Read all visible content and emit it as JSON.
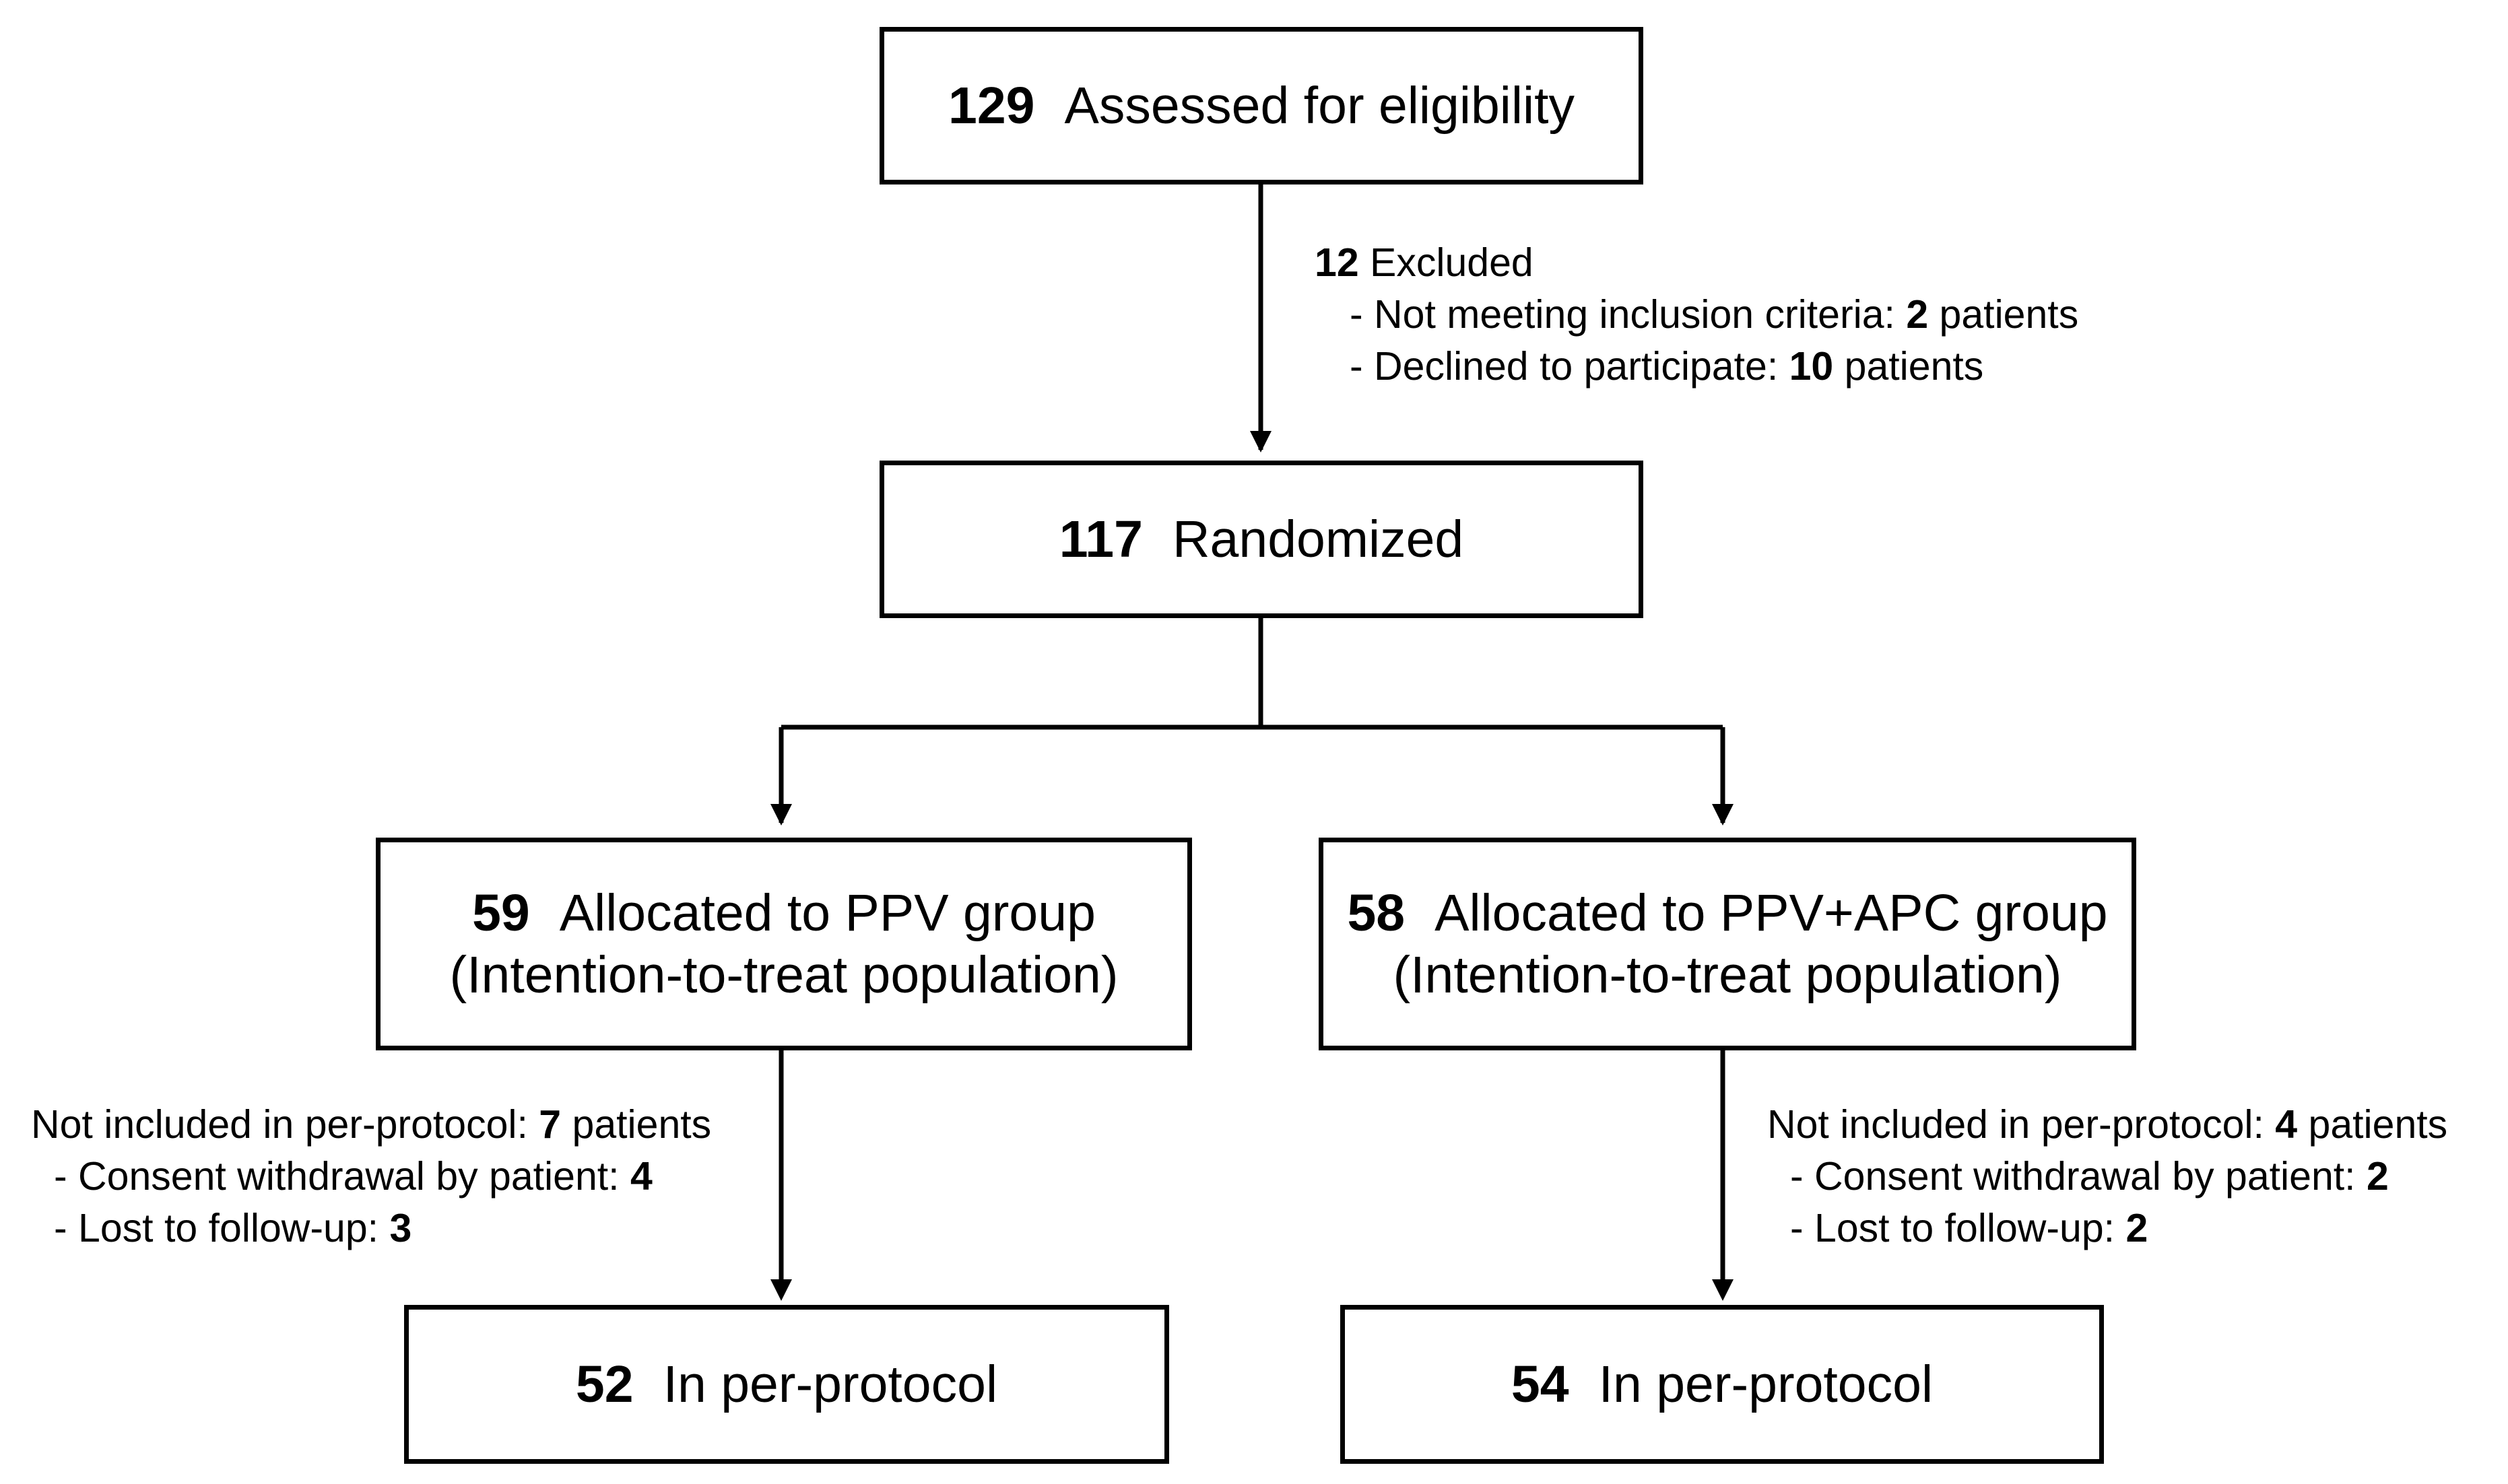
{
  "boxes": {
    "assessed": {
      "num": "129",
      "label": "Assessed for eligibility"
    },
    "randomized": {
      "num": "117",
      "label": "Randomized"
    },
    "ppv": {
      "num": "59",
      "label": "Allocated to PPV group",
      "label2": "(Intention-to-treat population)"
    },
    "ppvapc": {
      "num": "58",
      "label": "Allocated to PPV+APC group",
      "label2": "(Intention-to-treat population)"
    },
    "ppv_pp": {
      "num": "52",
      "label": "In per-protocol"
    },
    "ppvapc_pp": {
      "num": "54",
      "label": "In per-protocol"
    }
  },
  "excluded": {
    "num": "12",
    "label": " Excluded",
    "items": [
      {
        "text": "- Not meeting inclusion criteria: ",
        "num": "2",
        "suffix": " patients"
      },
      {
        "text": "- Declined to participate: ",
        "num": "10",
        "suffix": " patients"
      }
    ]
  },
  "ppv_not_included": {
    "text": "Not included in per-protocol: ",
    "num": "7",
    "suffix": " patients",
    "items": [
      {
        "text": "- Consent withdrawal by patient: ",
        "num": "4"
      },
      {
        "text": "- Lost to follow-up: ",
        "num": "3"
      }
    ]
  },
  "ppvapc_not_included": {
    "text": "Not included in per-protocol: ",
    "num": "4",
    "suffix": " patients",
    "items": [
      {
        "text": "- Consent withdrawal by patient: ",
        "num": "2"
      },
      {
        "text": "- Lost to follow-up: ",
        "num": "2"
      }
    ]
  }
}
